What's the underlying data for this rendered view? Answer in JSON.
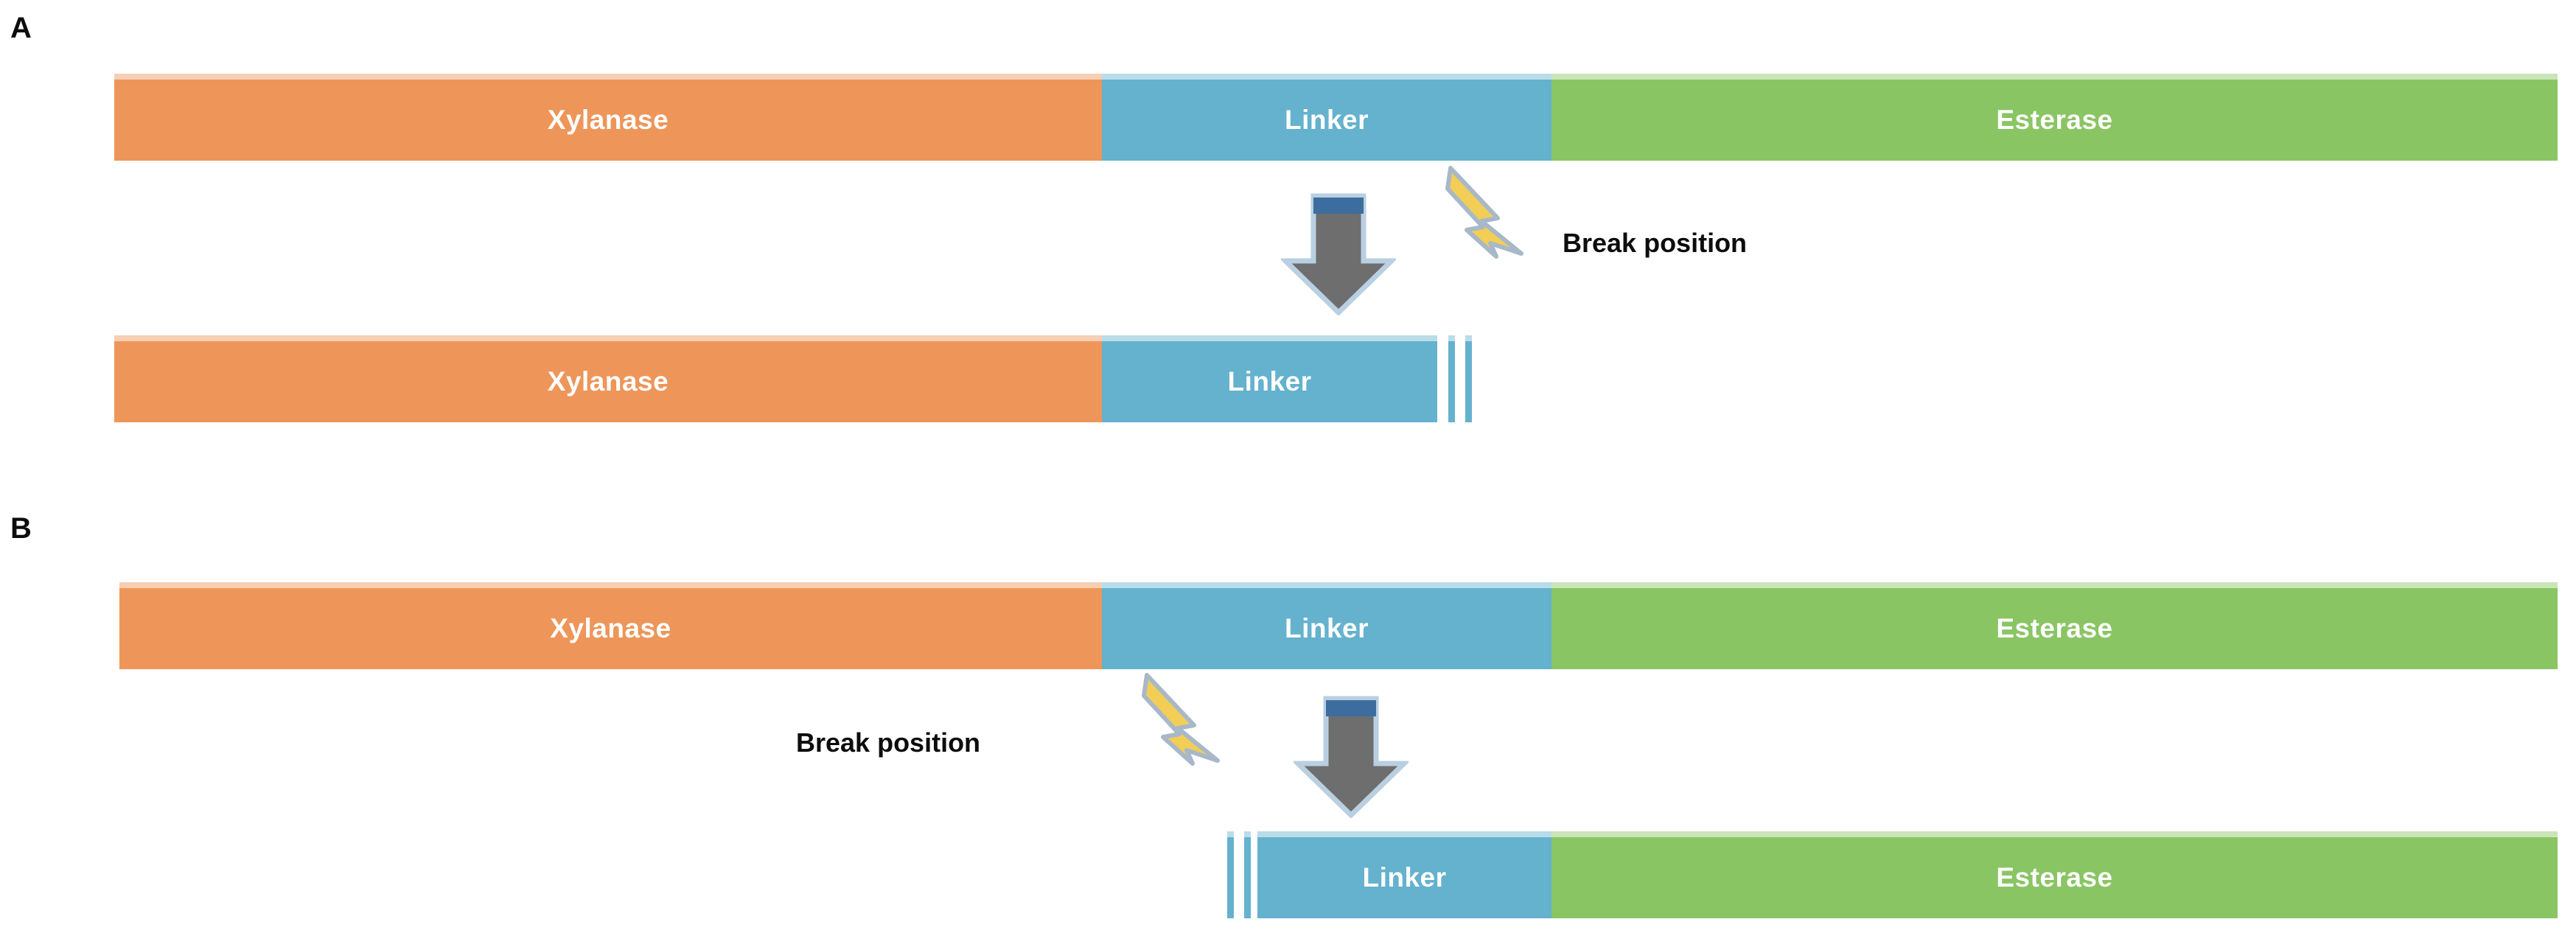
{
  "figure": {
    "panels": [
      {
        "id": "A",
        "letter": "A",
        "full_construct": {
          "name": "full-length-fusion-protein",
          "segments": [
            {
              "label": "Xylanase",
              "color": "#ee9659"
            },
            {
              "label": "Linker",
              "color": "#64b2ce"
            },
            {
              "label": "Esterase",
              "color": "#8ac563"
            }
          ]
        },
        "annotation": {
          "break_label": "Break position",
          "bolt_color": "#f2ce57",
          "bolt_direction": "down-right",
          "arrow_color": "#6e6e6e",
          "arrow_accent_color": "#3d6d9e"
        },
        "product": {
          "name": "truncated-product-xylanase-linker",
          "segments": [
            {
              "label": "Xylanase",
              "color": "#ee9659"
            },
            {
              "label": "Linker",
              "color": "#64b2ce"
            }
          ],
          "truncation_marks": 2,
          "truncation_side": "right"
        }
      },
      {
        "id": "B",
        "letter": "B",
        "full_construct": {
          "name": "full-length-fusion-protein",
          "segments": [
            {
              "label": "Xylanase",
              "color": "#ee9659"
            },
            {
              "label": "Linker",
              "color": "#64b2ce"
            },
            {
              "label": "Esterase",
              "color": "#8ac563"
            }
          ]
        },
        "annotation": {
          "break_label": "Break position",
          "bolt_color": "#f2ce57",
          "bolt_direction": "up-right",
          "arrow_color": "#6e6e6e",
          "arrow_accent_color": "#3d6d9e"
        },
        "product": {
          "name": "truncated-product-linker-esterase",
          "segments": [
            {
              "label": "Linker",
              "color": "#64b2ce"
            },
            {
              "label": "Esterase",
              "color": "#8ac563"
            }
          ],
          "truncation_marks": 2,
          "truncation_side": "left"
        }
      }
    ],
    "colors": {
      "xylanase": "#ee9659",
      "linker": "#64b2ce",
      "esterase": "#8ac563",
      "arrow_body": "#6e6e6e",
      "arrow_accent": "#3d6d9e",
      "bolt": "#f2ce57",
      "text_dark": "#0d0d0d",
      "text_light": "#ffffff",
      "background": "#ffffff"
    }
  }
}
